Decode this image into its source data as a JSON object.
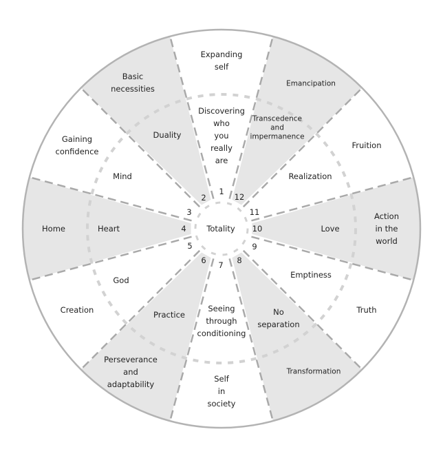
{
  "center": {
    "label": "Totality"
  },
  "sectors": [
    {
      "number": "1",
      "outer": "Expanding\nself",
      "inner": "Discovering\nwho\nyou\nreally\nare",
      "shaded": false
    },
    {
      "number": "2",
      "outer": "Basic\nnecessities",
      "inner": "Duality",
      "shaded": true
    },
    {
      "number": "3",
      "outer": "Gaining\nconfidence",
      "inner": "Mind",
      "shaded": false
    },
    {
      "number": "4",
      "outer": "Home",
      "inner": "Heart",
      "shaded": true
    },
    {
      "number": "5",
      "outer": "Creation",
      "inner": "God",
      "shaded": false
    },
    {
      "number": "6",
      "outer": "Perseverance\nand\nadaptability",
      "inner": "Practice",
      "shaded": true
    },
    {
      "number": "7",
      "outer": "Self\nin\nsociety",
      "inner": "Seeing\nthrough\nconditioning",
      "shaded": false
    },
    {
      "number": "8",
      "outer": "Transformation",
      "inner": "No\nseparation",
      "shaded": true
    },
    {
      "number": "9",
      "outer": "Truth",
      "inner": "Emptiness",
      "shaded": false
    },
    {
      "number": "10",
      "outer": "Action\nin the\nworld",
      "inner": "Love",
      "shaded": true
    },
    {
      "number": "11",
      "outer": "Fruition",
      "inner": "Realization",
      "shaded": false
    },
    {
      "number": "12",
      "outer": "Emancipation",
      "inner": "Transcedence\nand\nimpermanence",
      "shaded": true
    }
  ],
  "colors": {
    "shade": "#e6e6e6",
    "outline": "#b3b3b3",
    "spoke": "#a9a9a9",
    "ring": "#d2d2d2"
  }
}
